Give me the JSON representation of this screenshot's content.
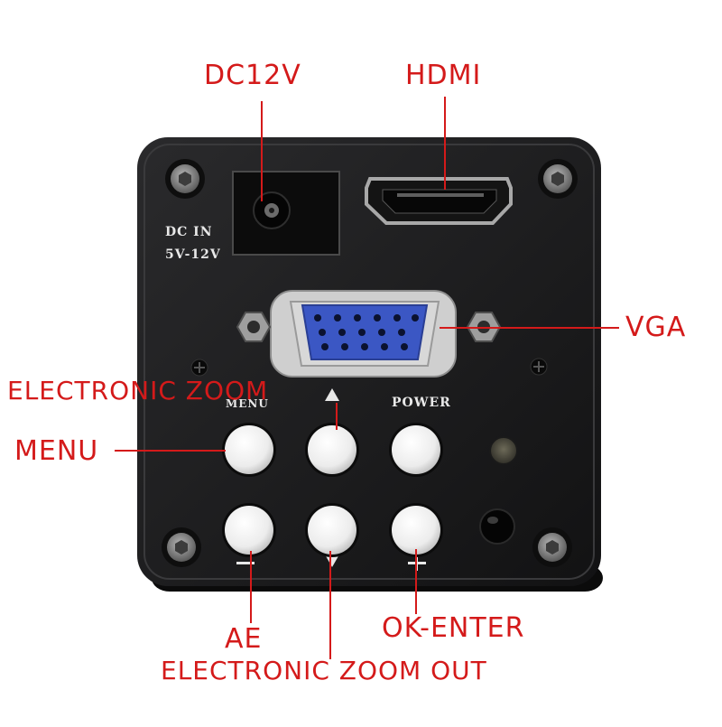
{
  "product": {
    "panel_markings": {
      "dc_in": "DC IN",
      "voltage": "5V-12V",
      "menu": "MENU",
      "power": "POWER"
    }
  },
  "callouts": {
    "dc12v": "DC12V",
    "hdmi": "HDMI",
    "vga": "VGA",
    "electronic_zoom": "ELECTRONIC ZOOM",
    "menu": "MENU",
    "ae": "AE",
    "ok_enter": "OK-ENTER",
    "electronic_zoom_out": "ELECTRONIC ZOOM OUT"
  },
  "colors": {
    "callout": "#d41a1a",
    "housing": "#1d1d1f",
    "vga_connector": "#3b57c4",
    "button": "#f2f2f2"
  }
}
